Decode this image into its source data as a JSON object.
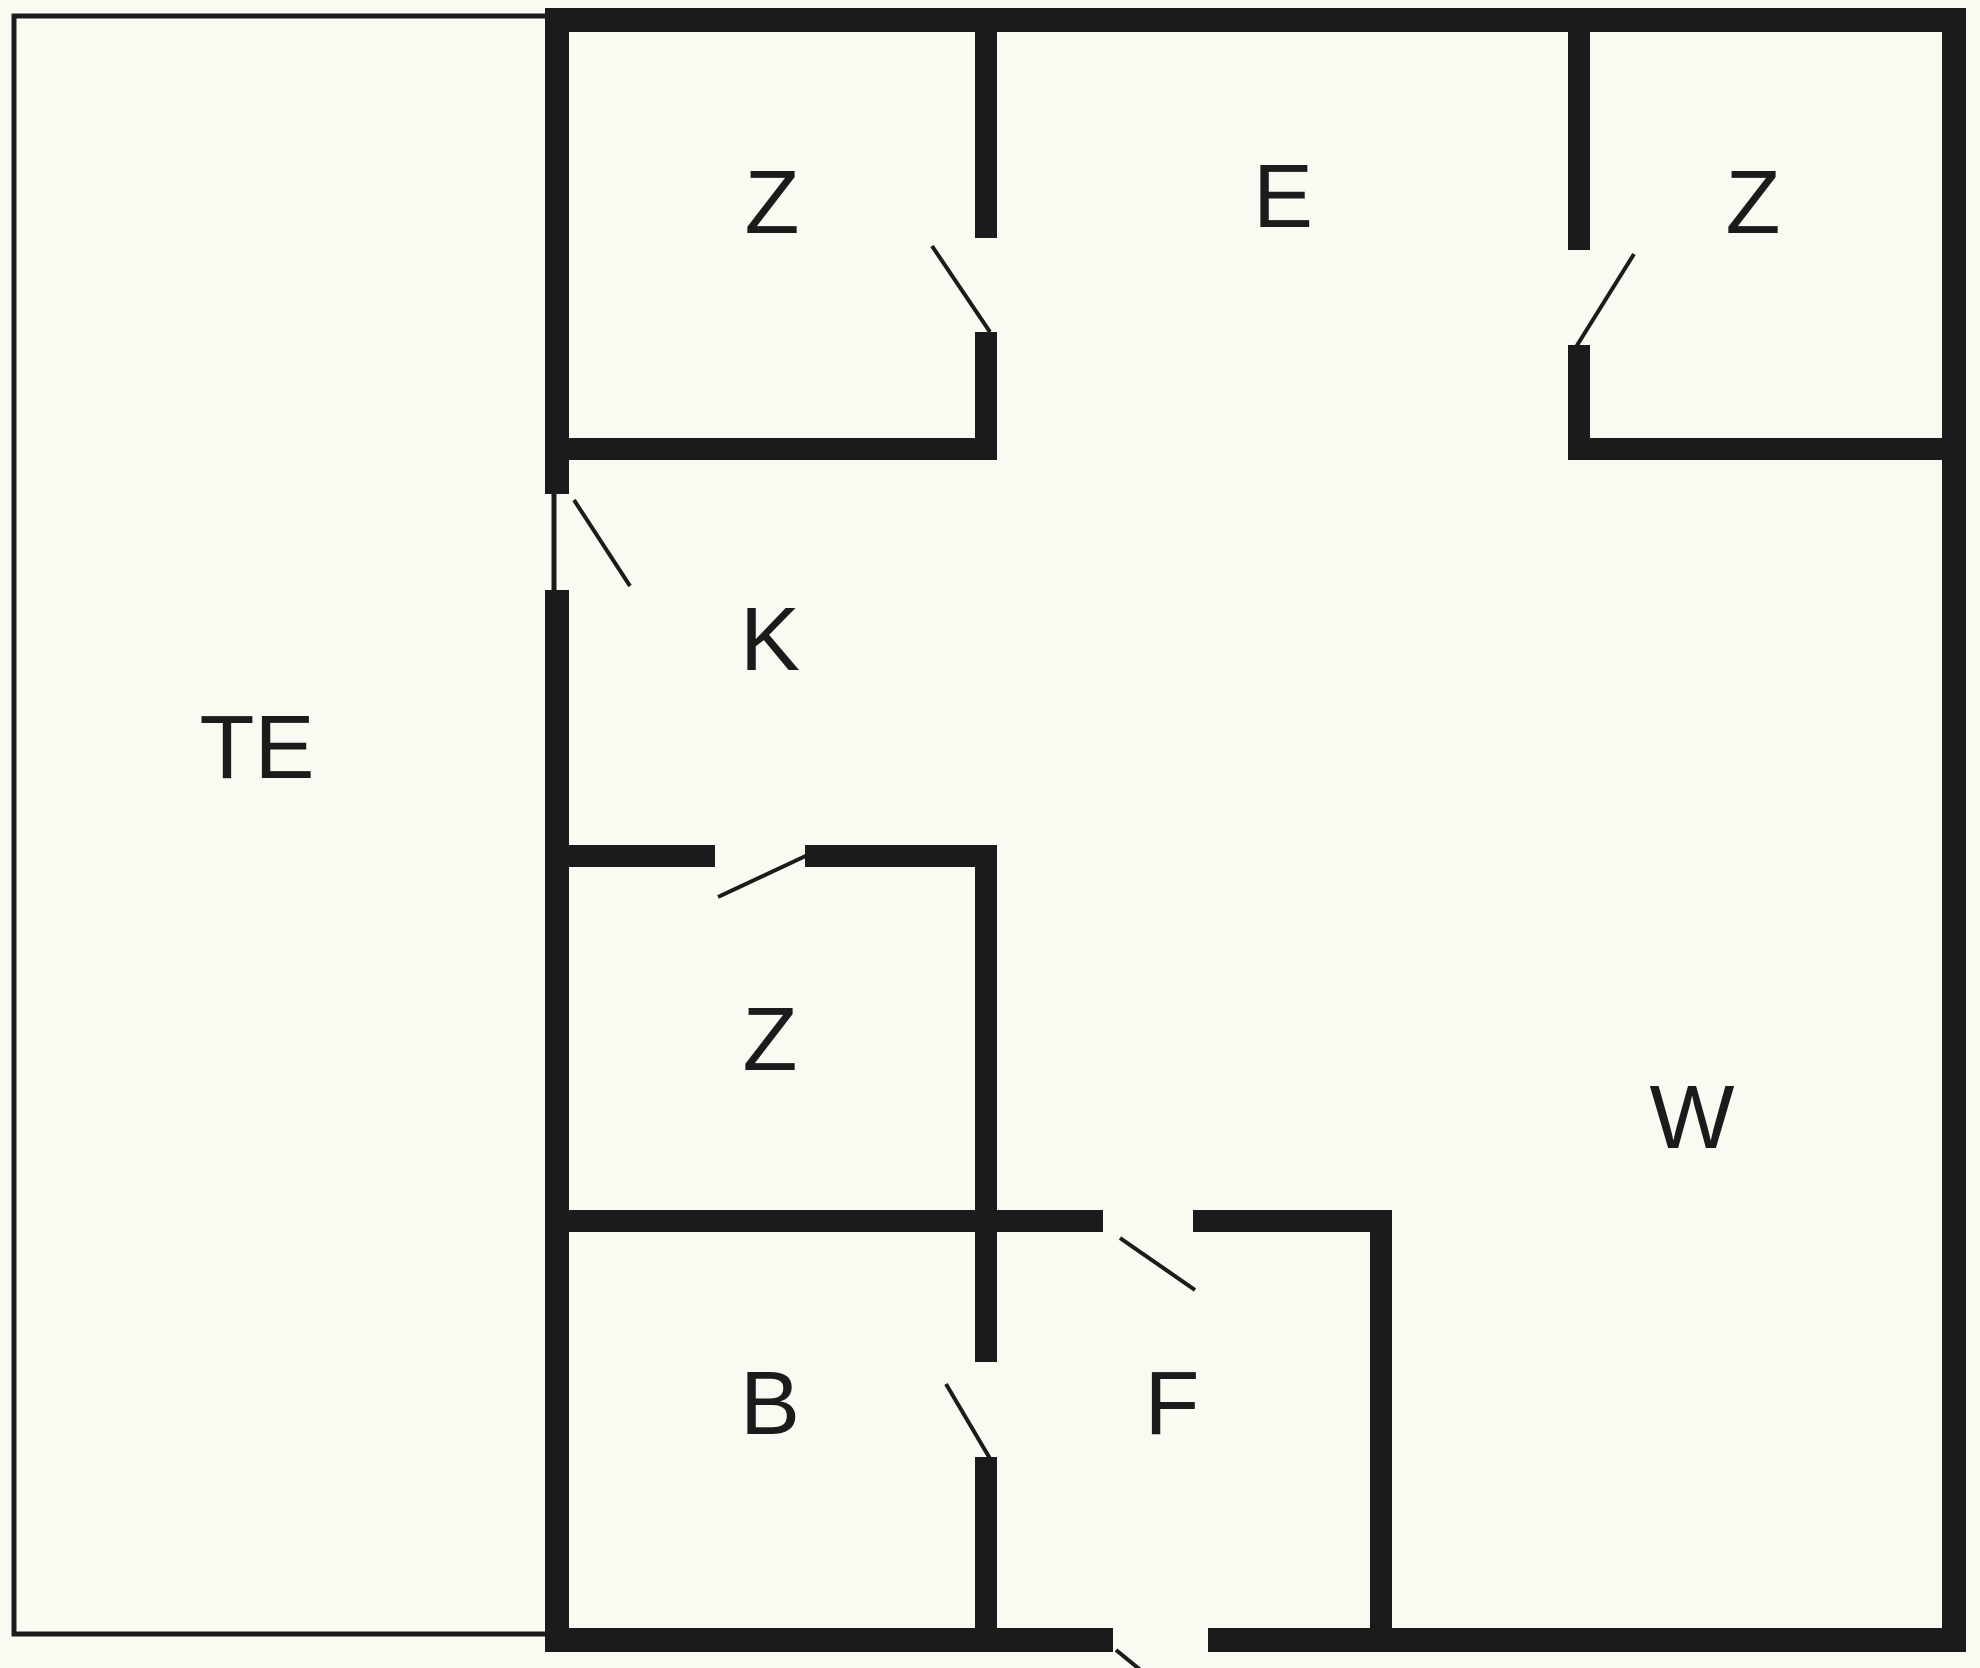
{
  "plan": {
    "rooms": {
      "te": {
        "label": "TE"
      },
      "z_top_left": {
        "label": "Z"
      },
      "e": {
        "label": "E"
      },
      "z_top_right": {
        "label": "Z"
      },
      "k": {
        "label": "K"
      },
      "z_middle": {
        "label": "Z"
      },
      "w": {
        "label": "W"
      },
      "b": {
        "label": "B"
      },
      "f": {
        "label": "F"
      }
    }
  },
  "colors": {
    "background": "#FAFAF3",
    "wall": "#1B1B1B",
    "text": "#1B1B1B"
  }
}
